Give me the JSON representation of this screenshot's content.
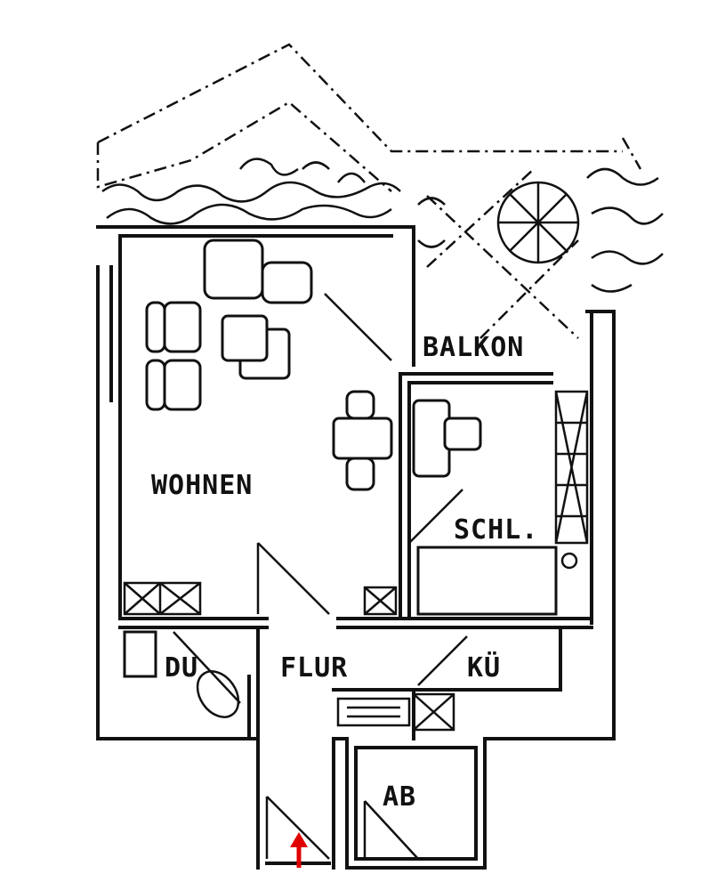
{
  "rooms": {
    "balcony": "BALKON",
    "living": "WOHNEN",
    "bedroom": "SCHL.",
    "hallway": "FLUR",
    "shower": "DU",
    "kitchen": "KÜ",
    "storage": "AB"
  },
  "colors": {
    "line": "#111111",
    "entrance_arrow": "#e00000"
  }
}
